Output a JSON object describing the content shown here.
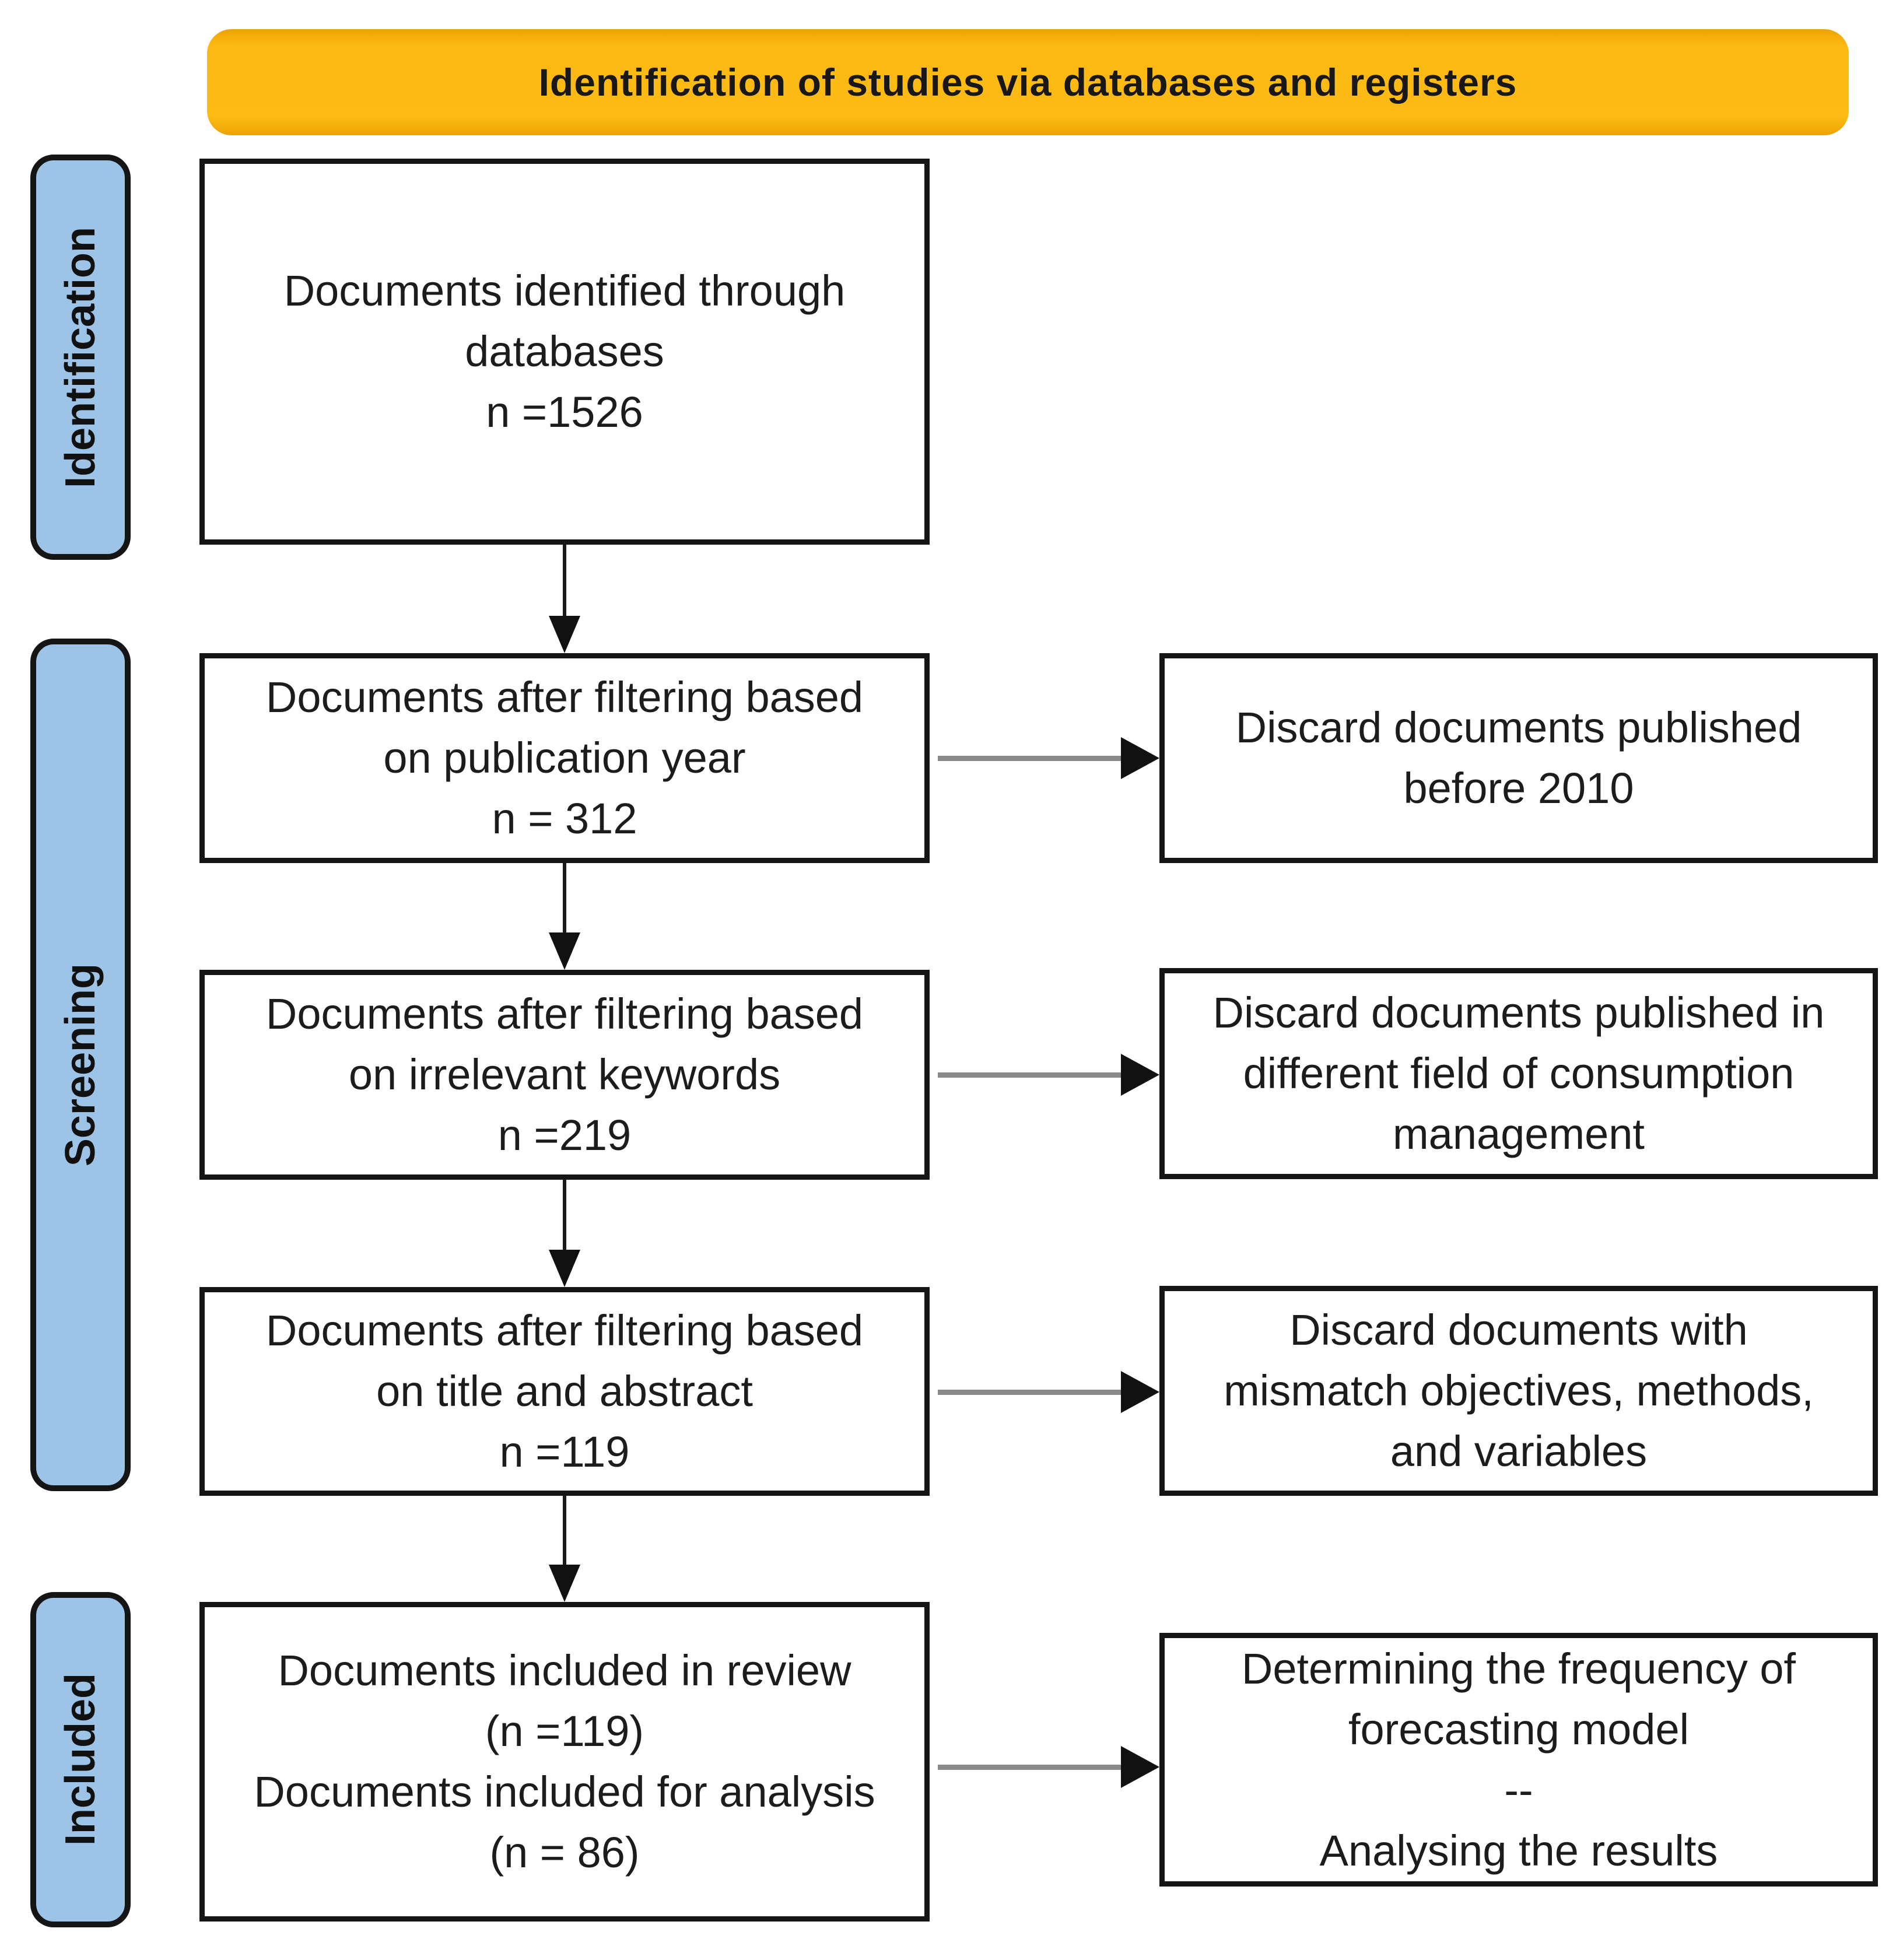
{
  "header": {
    "title": "Identification of studies via databases and registers",
    "bg_color": "#FCB813",
    "text_color": "#181818"
  },
  "stage_labels": [
    {
      "label": "Identification"
    },
    {
      "label": "Screening"
    },
    {
      "label": "Included"
    }
  ],
  "colors": {
    "stage_fill": "#9DC3E6",
    "box_fill": "#FFFFFF",
    "box_border": "#151515",
    "horizontal_arrow_shaft": "#8A8A8A",
    "arrow_head": "#111111"
  },
  "main_boxes": [
    {
      "lines": [
        "Documents identified through",
        "databases",
        "n =1526"
      ]
    },
    {
      "lines": [
        "Documents after filtering based",
        "on publication year",
        "n = 312"
      ]
    },
    {
      "lines": [
        "Documents after filtering based",
        "on irrelevant keywords",
        "n =219"
      ]
    },
    {
      "lines": [
        "Documents after filtering based",
        "on title and abstract",
        "n =119"
      ]
    },
    {
      "lines": [
        "Documents included in review",
        "(n =119)",
        "Documents included for analysis",
        "(n = 86)"
      ]
    }
  ],
  "side_boxes": [
    {
      "lines": [
        "Discard documents published",
        "before 2010"
      ]
    },
    {
      "lines": [
        "Discard documents published in",
        "different field of consumption",
        "management"
      ]
    },
    {
      "lines": [
        "Discard documents with",
        "mismatch objectives, methods,",
        "and variables"
      ]
    },
    {
      "lines": [
        "Determining the frequency of",
        "forecasting model",
        "--",
        "Analysing the results"
      ]
    }
  ],
  "edges": [
    {
      "from": "box-identified",
      "to": "box-filter-year",
      "direction": "down"
    },
    {
      "from": "box-filter-year",
      "to": "box-filter-keywords",
      "direction": "down"
    },
    {
      "from": "box-filter-keywords",
      "to": "box-filter-title-abstract",
      "direction": "down"
    },
    {
      "from": "box-filter-title-abstract",
      "to": "box-included",
      "direction": "down"
    },
    {
      "from": "box-filter-year",
      "to": "box-discard-before-2010",
      "direction": "right"
    },
    {
      "from": "box-filter-keywords",
      "to": "box-discard-different-field",
      "direction": "right"
    },
    {
      "from": "box-filter-title-abstract",
      "to": "box-discard-mismatch",
      "direction": "right"
    },
    {
      "from": "box-included",
      "to": "box-determine-analyse",
      "direction": "right"
    }
  ]
}
